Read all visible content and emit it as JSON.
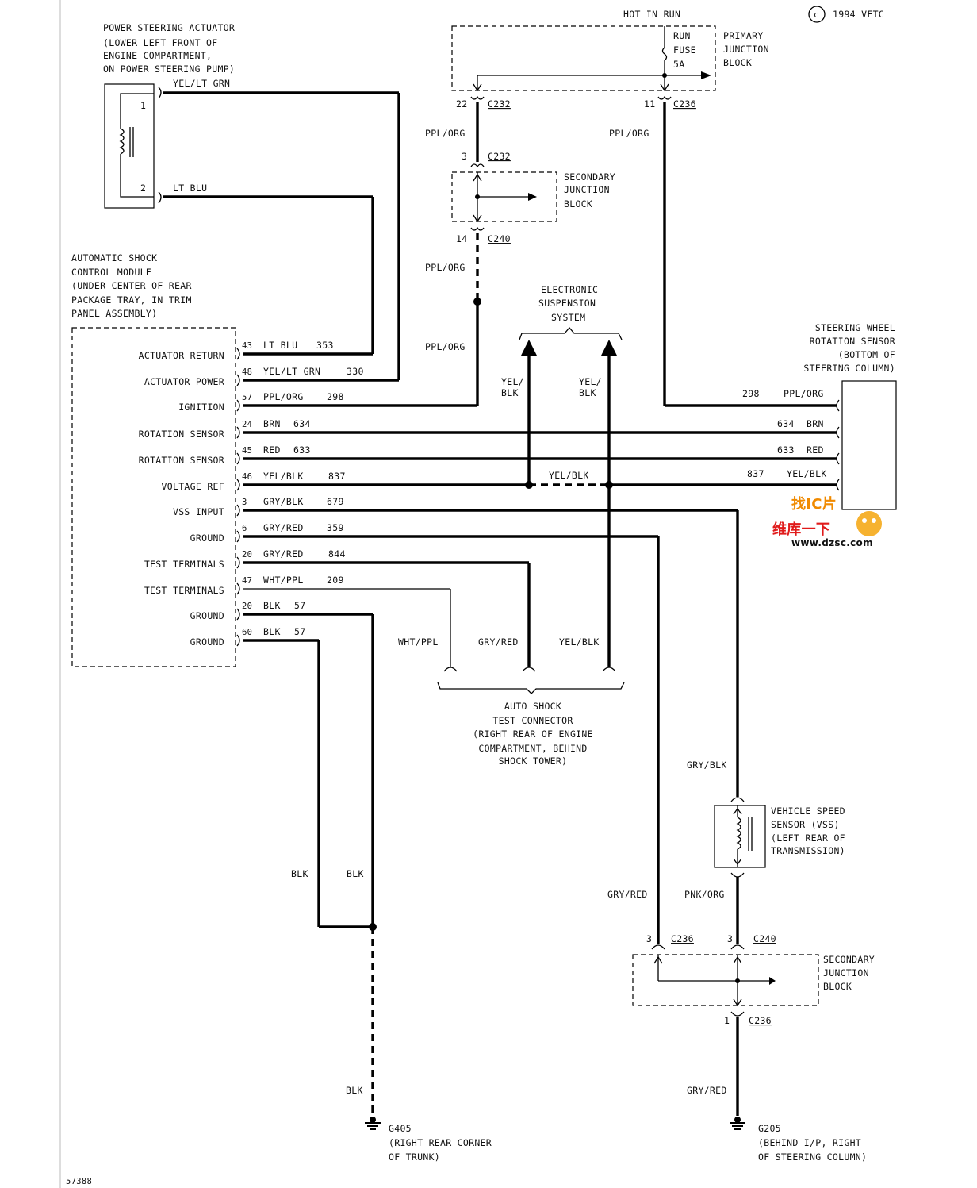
{
  "copyright": "1994 VFTC",
  "copyright_symbol": "c",
  "figure_number": "57388",
  "hot_in_run": "HOT IN RUN",
  "primary_junction_block": {
    "label": [
      "PRIMARY",
      "JUNCTION",
      "BLOCK"
    ],
    "fuse_label": [
      "RUN",
      "FUSE",
      "5A"
    ]
  },
  "actuator": {
    "title": [
      "POWER STEERING ACTUATOR",
      "(LOWER LEFT FRONT OF",
      "ENGINE COMPARTMENT,",
      "ON POWER STEERING PUMP)"
    ],
    "pin1": "1",
    "pin2": "2",
    "wire1": "YEL/LT GRN",
    "wire2": "LT BLU"
  },
  "module": {
    "title": [
      "AUTOMATIC SHOCK",
      "CONTROL MODULE",
      "(UNDER CENTER OF REAR",
      "PACKAGE TRAY, IN TRIM",
      "PANEL ASSEMBLY)"
    ],
    "pins": [
      {
        "label": "ACTUATOR RETURN",
        "pin": "43",
        "color": "LT BLU",
        "circuit": "353"
      },
      {
        "label": "ACTUATOR POWER",
        "pin": "48",
        "color": "YEL/LT GRN",
        "circuit": "330"
      },
      {
        "label": "IGNITION",
        "pin": "57",
        "color": "PPL/ORG",
        "circuit": "298"
      },
      {
        "label": "ROTATION SENSOR",
        "pin": "24",
        "color": "BRN",
        "circuit": "634"
      },
      {
        "label": "ROTATION SENSOR",
        "pin": "45",
        "color": "RED",
        "circuit": "633"
      },
      {
        "label": "VOLTAGE REF",
        "pin": "46",
        "color": "YEL/BLK",
        "circuit": "837"
      },
      {
        "label": "VSS INPUT",
        "pin": "3",
        "color": "GRY/BLK",
        "circuit": "679"
      },
      {
        "label": "GROUND",
        "pin": "6",
        "color": "GRY/RED",
        "circuit": "359"
      },
      {
        "label": "TEST TERMINALS",
        "pin": "20",
        "color": "GRY/RED",
        "circuit": "844"
      },
      {
        "label": "TEST TERMINALS",
        "pin": "47",
        "color": "WHT/PPL",
        "circuit": "209"
      },
      {
        "label": "GROUND",
        "pin": "20",
        "color": "BLK",
        "circuit": "57"
      },
      {
        "label": "GROUND",
        "pin": "60",
        "color": "BLK",
        "circuit": "57"
      }
    ]
  },
  "connectors": {
    "c232_22": {
      "pin": "22",
      "name": "C232"
    },
    "c236_11": {
      "pin": "11",
      "name": "C236"
    },
    "c232_3": {
      "pin": "3",
      "name": "C232"
    },
    "c240_14": {
      "pin": "14",
      "name": "C240"
    },
    "c236_3": {
      "pin": "3",
      "name": "C236"
    },
    "c240_3": {
      "pin": "3",
      "name": "C240"
    },
    "c236_1": {
      "pin": "1",
      "name": "C236"
    }
  },
  "secondary_junction_block": [
    "SECONDARY",
    "JUNCTION",
    "BLOCK"
  ],
  "wire_labels": {
    "ppl_org": "PPL/ORG",
    "yel_blk_split": [
      "YEL/",
      "BLK"
    ],
    "yel_blk": "YEL/BLK",
    "wht_ppl": "WHT/PPL",
    "gry_red": "GRY/RED",
    "gry_blk": "GRY/BLK",
    "pnk_org": "PNK/ORG",
    "blk": "BLK"
  },
  "electronic_suspension": [
    "ELECTRONIC",
    "SUSPENSION",
    "SYSTEM"
  ],
  "steering_sensor": {
    "title": [
      "STEERING WHEEL",
      "ROTATION SENSOR",
      "(BOTTOM OF",
      "STEERING COLUMN)"
    ],
    "pins": [
      {
        "circuit": "298",
        "color": "PPL/ORG"
      },
      {
        "circuit": "634",
        "color": "BRN"
      },
      {
        "circuit": "633",
        "color": "RED"
      },
      {
        "circuit": "837",
        "color": "YEL/BLK"
      }
    ]
  },
  "test_connector": [
    "AUTO SHOCK",
    "TEST CONNECTOR",
    "(RIGHT REAR OF ENGINE",
    "COMPARTMENT, BEHIND",
    "SHOCK TOWER)"
  ],
  "vss": [
    "VEHICLE SPEED",
    "SENSOR (VSS)",
    "(LEFT REAR OF",
    "TRANSMISSION)"
  ],
  "ground_g405": [
    "G405",
    "(RIGHT REAR CORNER",
    "OF TRUNK)"
  ],
  "ground_g205": [
    "G205",
    "(BEHIND I/P, RIGHT",
    "OF STEERING COLUMN)"
  ],
  "watermark": {
    "top": "找IC片",
    "main": "维库一下",
    "url": "www.dzsc.com"
  }
}
